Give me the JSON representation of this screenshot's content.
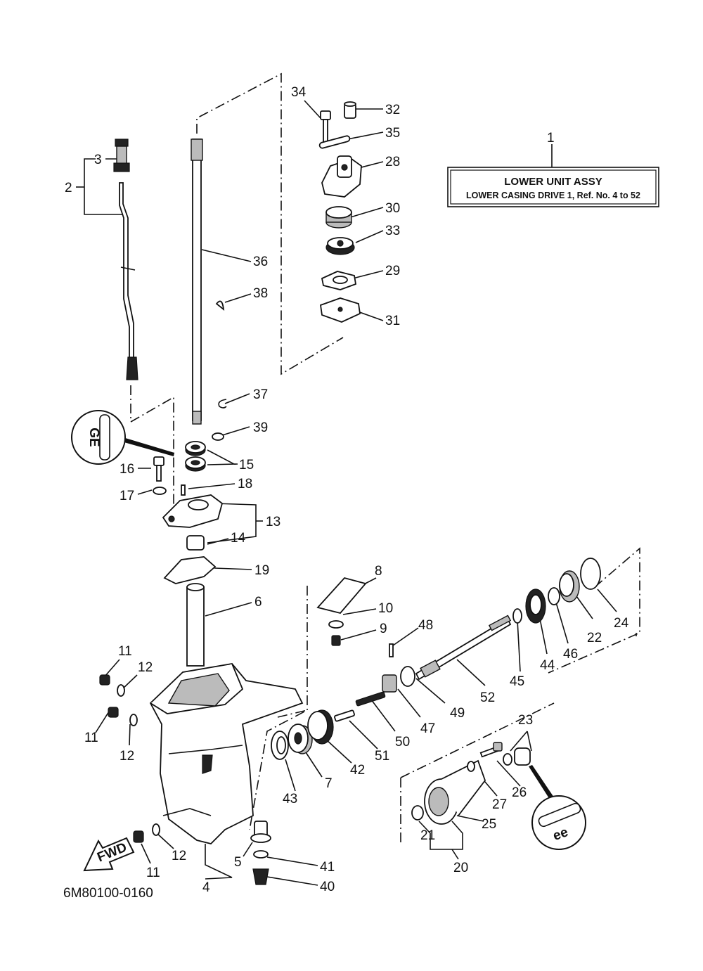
{
  "assy_box": {
    "title": "LOWER UNIT ASSY",
    "subtitle": "LOWER CASING DRIVE 1,  Ref. No. 4 to 52"
  },
  "diagram_code": "6M80100-0160",
  "fwd_label": "FWD",
  "lubricant_codes": [
    "GE",
    "ee"
  ],
  "labels": [
    "1",
    "2",
    "3",
    "4",
    "5",
    "6",
    "7",
    "8",
    "9",
    "10",
    "11",
    "11",
    "11",
    "12",
    "12",
    "12",
    "13",
    "14",
    "15",
    "16",
    "17",
    "18",
    "19",
    "20",
    "21",
    "22",
    "23",
    "24",
    "25",
    "26",
    "27",
    "28",
    "29",
    "30",
    "31",
    "32",
    "33",
    "34",
    "35",
    "36",
    "37",
    "38",
    "39",
    "40",
    "41",
    "42",
    "43",
    "44",
    "45",
    "46",
    "47",
    "48",
    "49",
    "50",
    "51",
    "52"
  ]
}
